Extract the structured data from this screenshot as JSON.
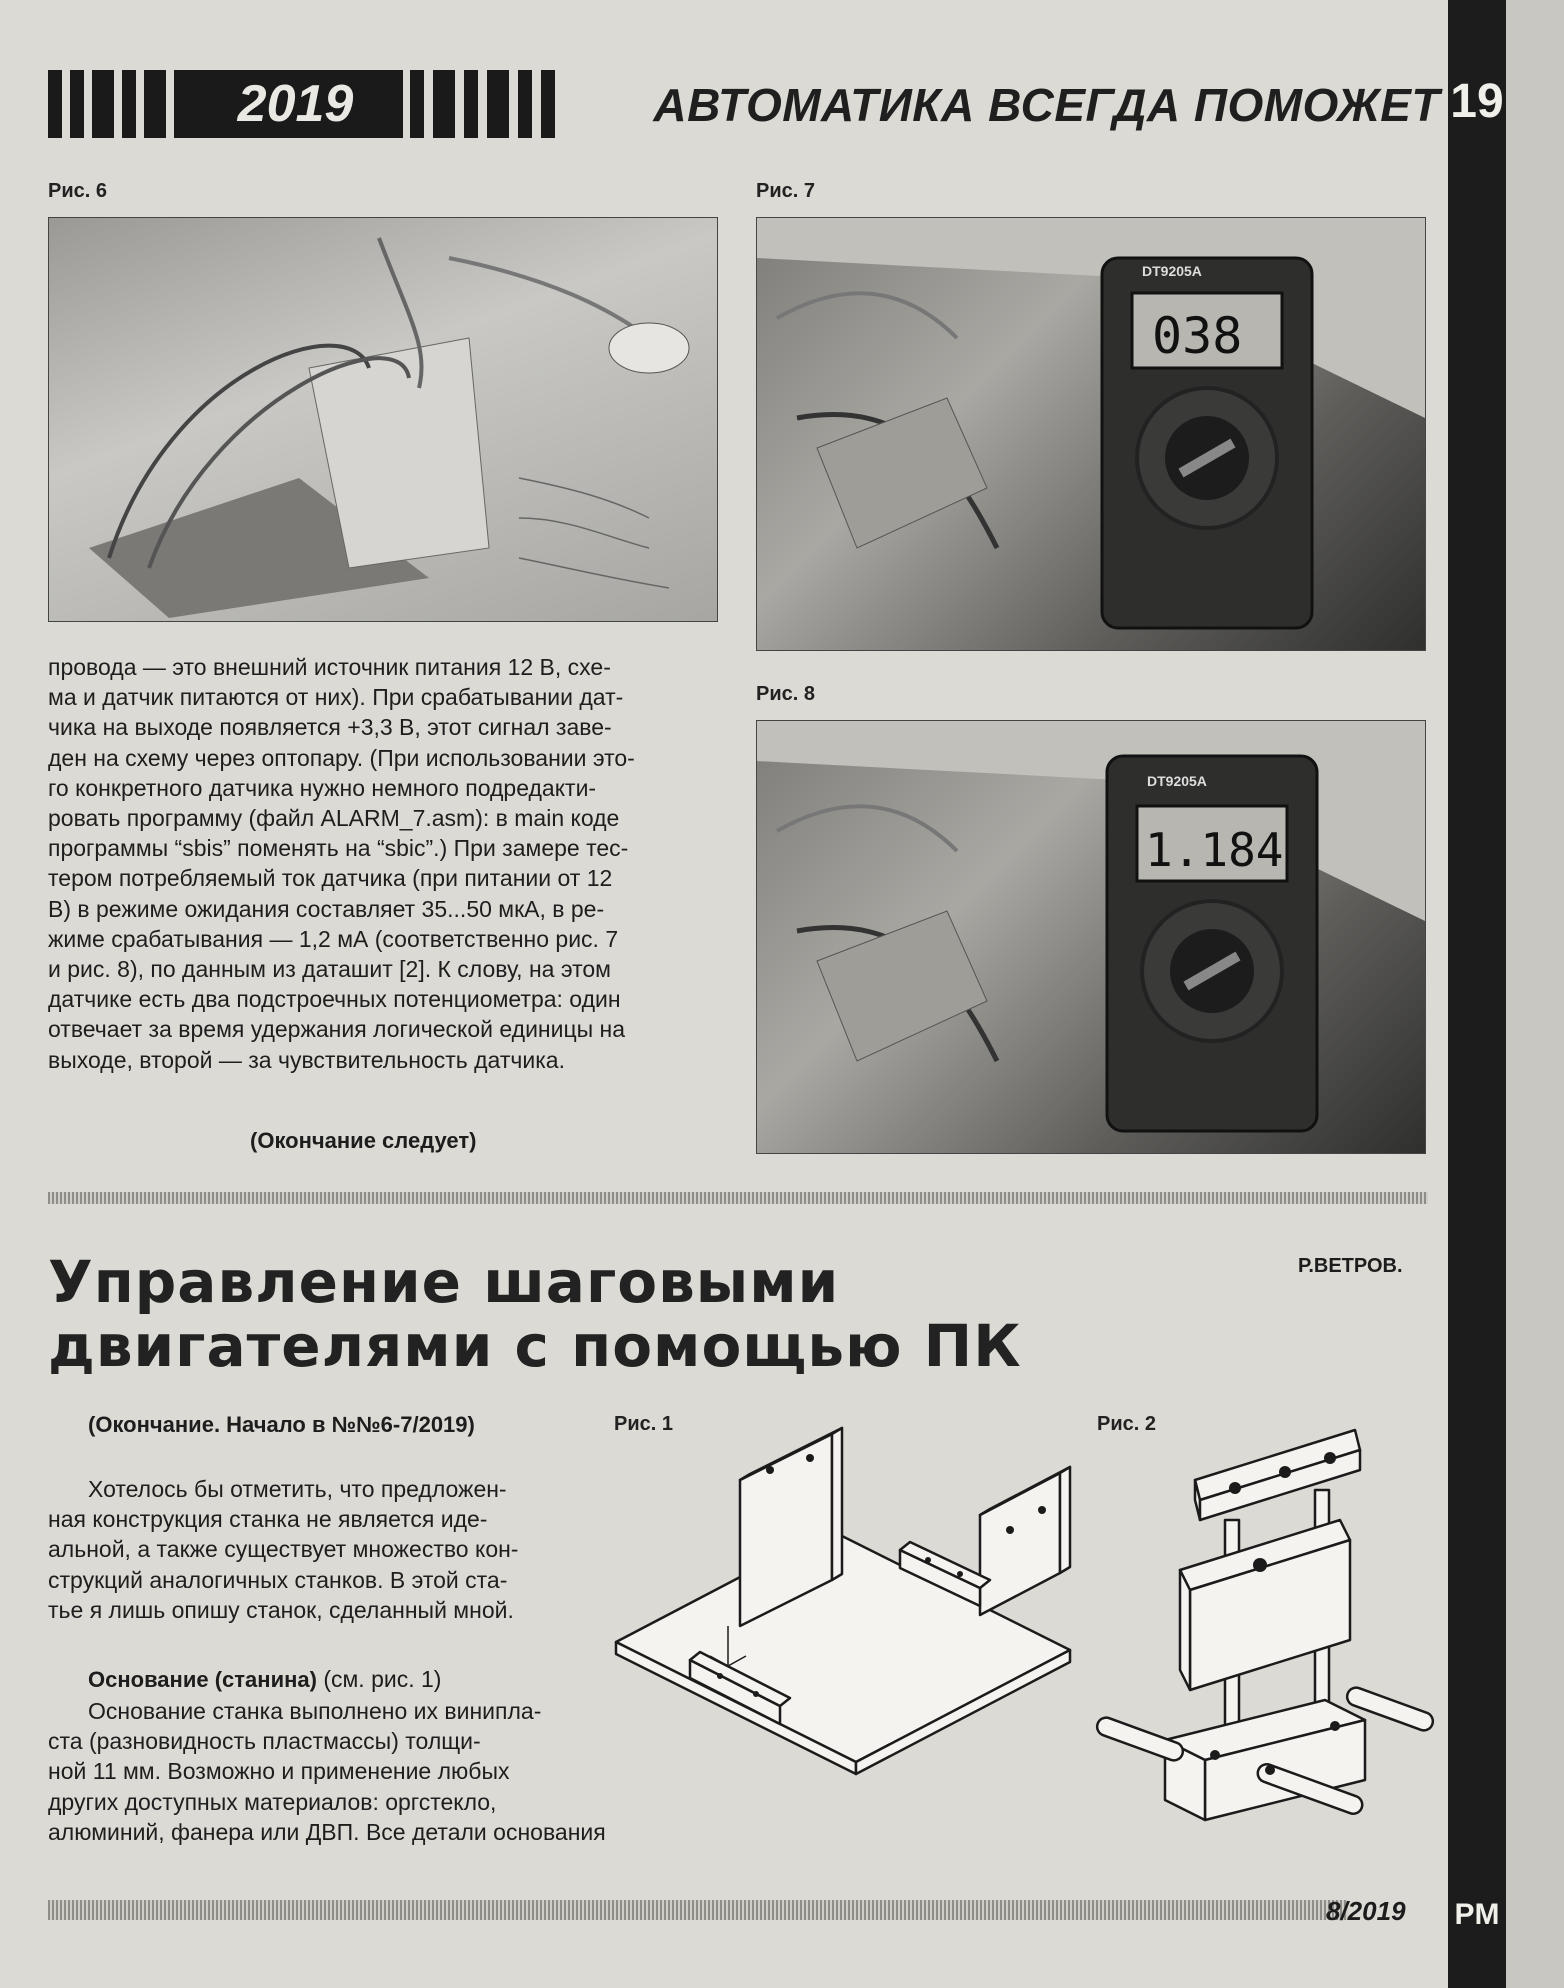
{
  "header": {
    "year": "2019",
    "section": "АВТОМАТИКА ВСЕГДА ПОМОЖЕТ",
    "page_number": "19"
  },
  "figures": {
    "fig6": "Рис. 6",
    "fig7": "Рис. 7",
    "fig8": "Рис. 8",
    "fig1": "Рис. 1",
    "fig2": "Рис. 2"
  },
  "photo_labels": {
    "meter_model_7": "DT9205A",
    "meter_reading_7": "038",
    "meter_model_8": "DT9205A",
    "meter_reading_8": "1.184"
  },
  "article1": {
    "lines": [
      "провода — это внешний источник питания 12 В, схе-",
      "ма и датчик питаются от них). При срабатывании дат-",
      "чика на выходе появляется +3,3 В, этот сигнал заве-",
      "ден на схему через оптопару. (При использовании это-",
      "го конкретного датчика нужно немного подредакти-",
      "ровать программу (файл ALARM_7.asm): в main коде",
      "программы “sbis” поменять на “sbic”.) При замере тес-",
      "тером потребляемый ток датчика (при питании от 12",
      "В) в режиме ожидания составляет 35...50 мкА, в ре-",
      "жиме срабатывания — 1,2 мА (соответственно рис. 7",
      "и рис. 8), по данным из даташит [2]. К слову, на этом",
      "датчике есть два подстроечных потенциометра: один",
      "отвечает за время удержания логической единицы на",
      "выходе, второй — за чувствительность датчика."
    ],
    "ending": "(Окончание следует)"
  },
  "article2": {
    "title_line1": "Управление шаговыми",
    "title_line2": "двигателями с помощью ПК",
    "author": "Р.ВЕТРОВ.",
    "continuation": "(Окончание. Начало в №№6-7/2019)",
    "para1": [
      "Хотелось бы отметить, что предложен-",
      "ная конструкция станка не является иде-",
      "альной, а также существует множество кон-",
      "струкций аналогичных станков. В этой ста-",
      "тье я лишь опишу станок, сделанный мной."
    ],
    "subhead": "Основание (станина)",
    "subhead_ref": "(см. рис. 1)",
    "para2": [
      "Основание станка выполнено их винипла-",
      "ста (разновидность пластмассы) толщи-",
      "ной 11 мм. Возможно и применение любых",
      "других доступных материалов: оргстекло,",
      "алюминий, фанера или ДВП. Все детали основания"
    ]
  },
  "footer": {
    "issue": "8/2019",
    "magazine": "PM"
  }
}
